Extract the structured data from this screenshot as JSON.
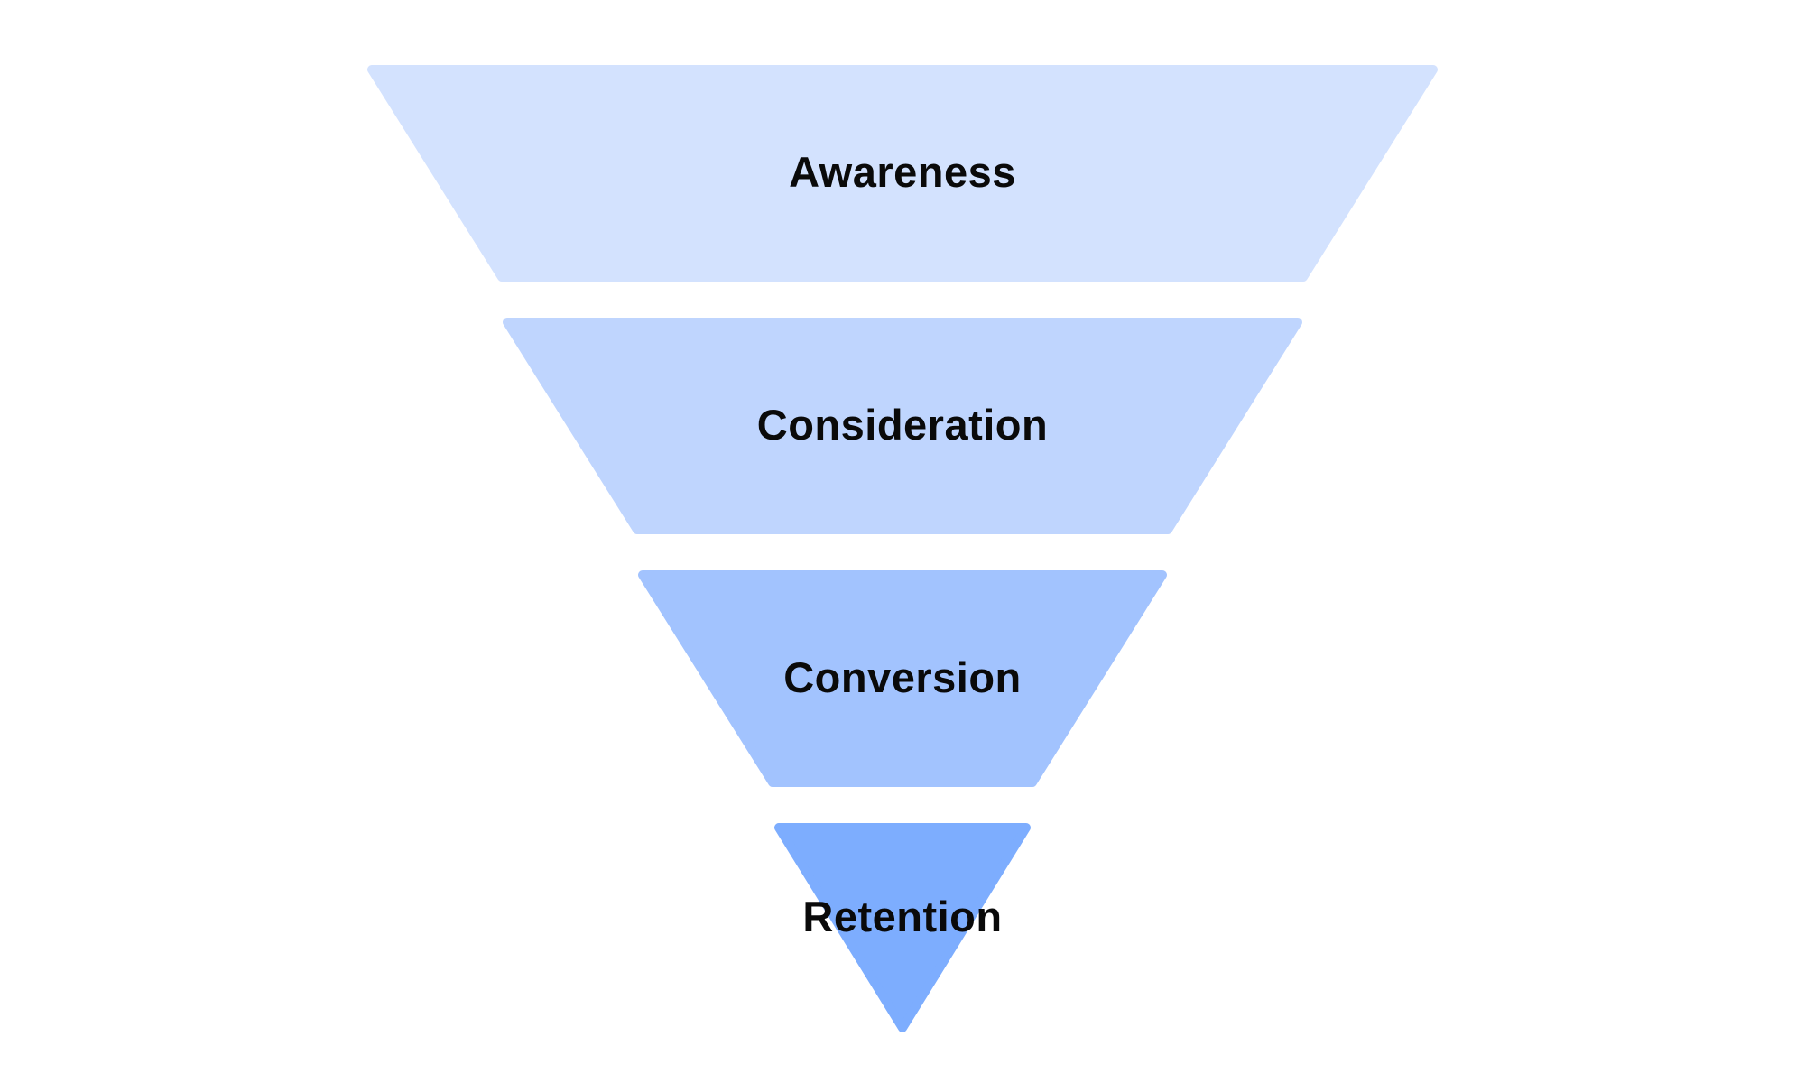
{
  "diagram": {
    "type": "funnel",
    "stages": [
      {
        "label": "Awareness",
        "color": "#D3E2FE"
      },
      {
        "label": "Consideration",
        "color": "#BFD5FE"
      },
      {
        "label": "Conversion",
        "color": "#A2C3FE"
      },
      {
        "label": "Retention",
        "color": "#7DADFE"
      }
    ],
    "text_color": "#0a0a0a",
    "background": "#ffffff"
  }
}
